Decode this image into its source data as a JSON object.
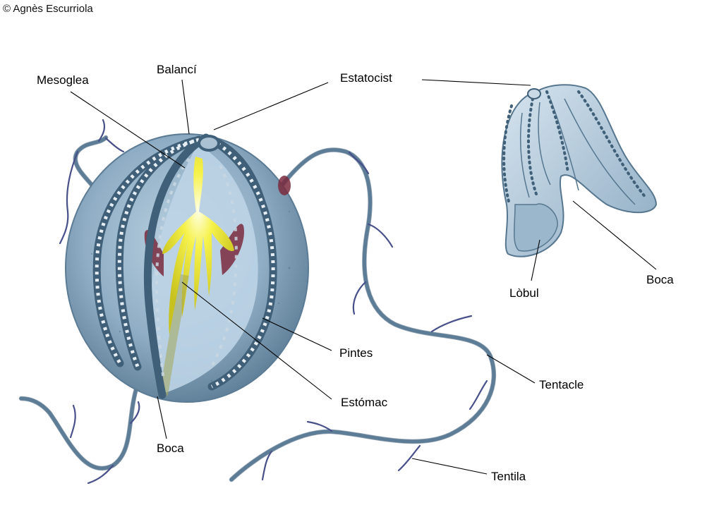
{
  "copyright": "© Agnès Escurriola",
  "labels": {
    "mesoglea": "Mesoglea",
    "balanci": "Balancí",
    "estatocist": "Estatocist",
    "pintes": "Pintes",
    "estomac": "Estómac",
    "boca_left": "Boca",
    "tentacle": "Tentacle",
    "tentila": "Tentila",
    "lobul": "Lòbul",
    "boca_right": "Boca"
  },
  "colors": {
    "body": "#7f9db4",
    "body_light": "#bcd4e6",
    "comb_row": "#3f6078",
    "stomach": "#f2ee3a",
    "tentacle_sheath": "#7a2a3e"
  }
}
